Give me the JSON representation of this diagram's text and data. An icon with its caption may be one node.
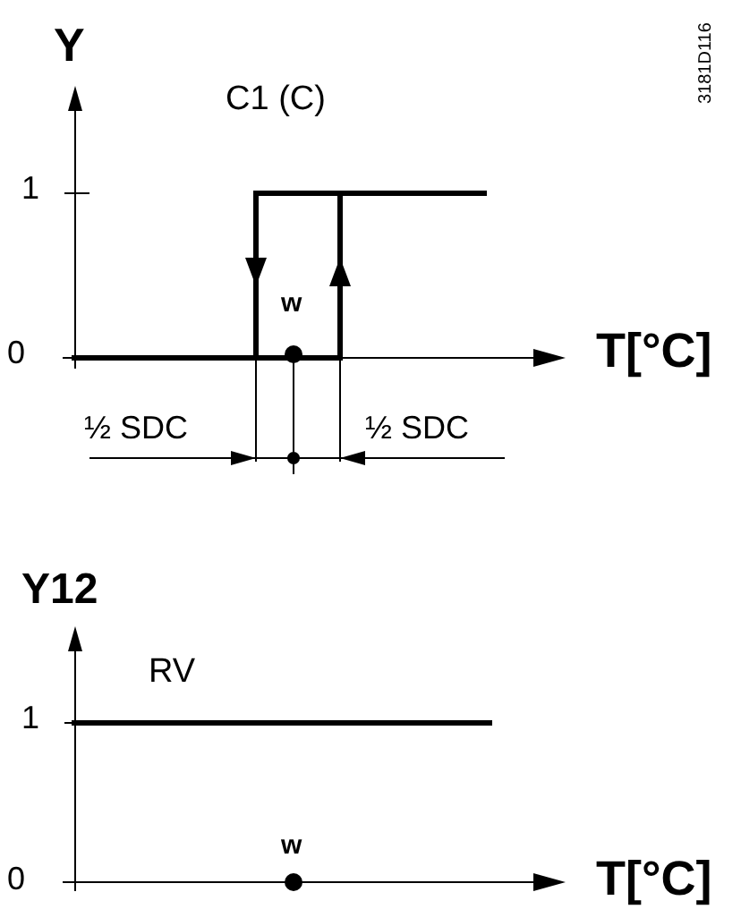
{
  "diagram": {
    "labels": [
      "Y",
      "3181D116",
      "C1 (C)",
      "1",
      "w",
      "0",
      "T[°C]",
      "½ SDC",
      "½ SDC",
      "Y12",
      "RV",
      "1",
      "w",
      "0",
      "T[°C]"
    ]
  }
}
